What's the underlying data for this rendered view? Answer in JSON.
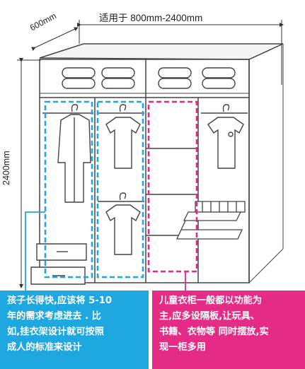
{
  "dimensions": {
    "width_label": "适用于 800mm-2400mm",
    "depth_label": "600mm",
    "height_label": "2400mm"
  },
  "callouts": {
    "left": {
      "lines": [
        "孩子长得快,应该将 5-10",
        "年的需求考虑进去 . 比",
        "如,挂衣架设计就可按照",
        "成人的标准来设计"
      ],
      "color": "#1fa7df"
    },
    "right": {
      "lines": [
        "儿童衣柜一般都以功能为",
        "主,应多设隔板,让玩具、",
        "书籍、衣物等 同时摆放,实",
        "现一柜多用"
      ],
      "color": "#e42b85"
    }
  },
  "highlight_colors": {
    "left_zone": "#1fa7df",
    "right_zone": "#e42b85"
  }
}
